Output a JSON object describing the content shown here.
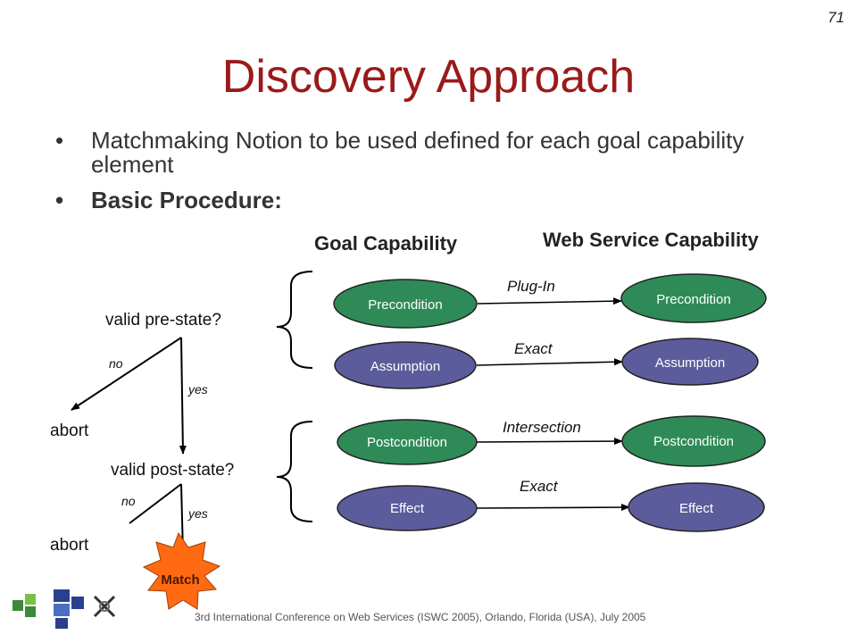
{
  "slide": {
    "number": "71",
    "title": "Discovery Approach",
    "bullets": [
      {
        "text": "Matchmaking Notion to be used defined for each goal capability element",
        "bold": false
      },
      {
        "text": "Basic Procedure:",
        "bold": true
      }
    ]
  },
  "diagram": {
    "goal_header": "Goal Capability",
    "ws_header": "Web Service Capability",
    "procedure": {
      "pre_question": "valid pre-state?",
      "post_question": "valid post-state?",
      "no": "no",
      "yes": "yes",
      "abort": "abort",
      "match": "Match"
    },
    "rows": [
      {
        "goal": "Precondition",
        "relation": "Plug-In",
        "ws": "Precondition",
        "color": "#2e8b57"
      },
      {
        "goal": "Assumption",
        "relation": "Exact",
        "ws": "Assumption",
        "color": "#5c5c9c"
      },
      {
        "goal": "Postcondition",
        "relation": "Intersection",
        "ws": "Postcondition",
        "color": "#2e8b57"
      },
      {
        "goal": "Effect",
        "relation": "Exact",
        "ws": "Effect",
        "color": "#5c5c9c"
      }
    ],
    "colors": {
      "green_node": "#2e8b57",
      "purple_node": "#5c5c9c",
      "match_star": "#ff6a13",
      "title": "#9a1a1a"
    }
  },
  "footer": {
    "text": "3rd International Conference on Web Services (ISWC 2005), Orlando, Florida (USA), July 2005",
    "logo_icon": "dip-logo-icon"
  }
}
